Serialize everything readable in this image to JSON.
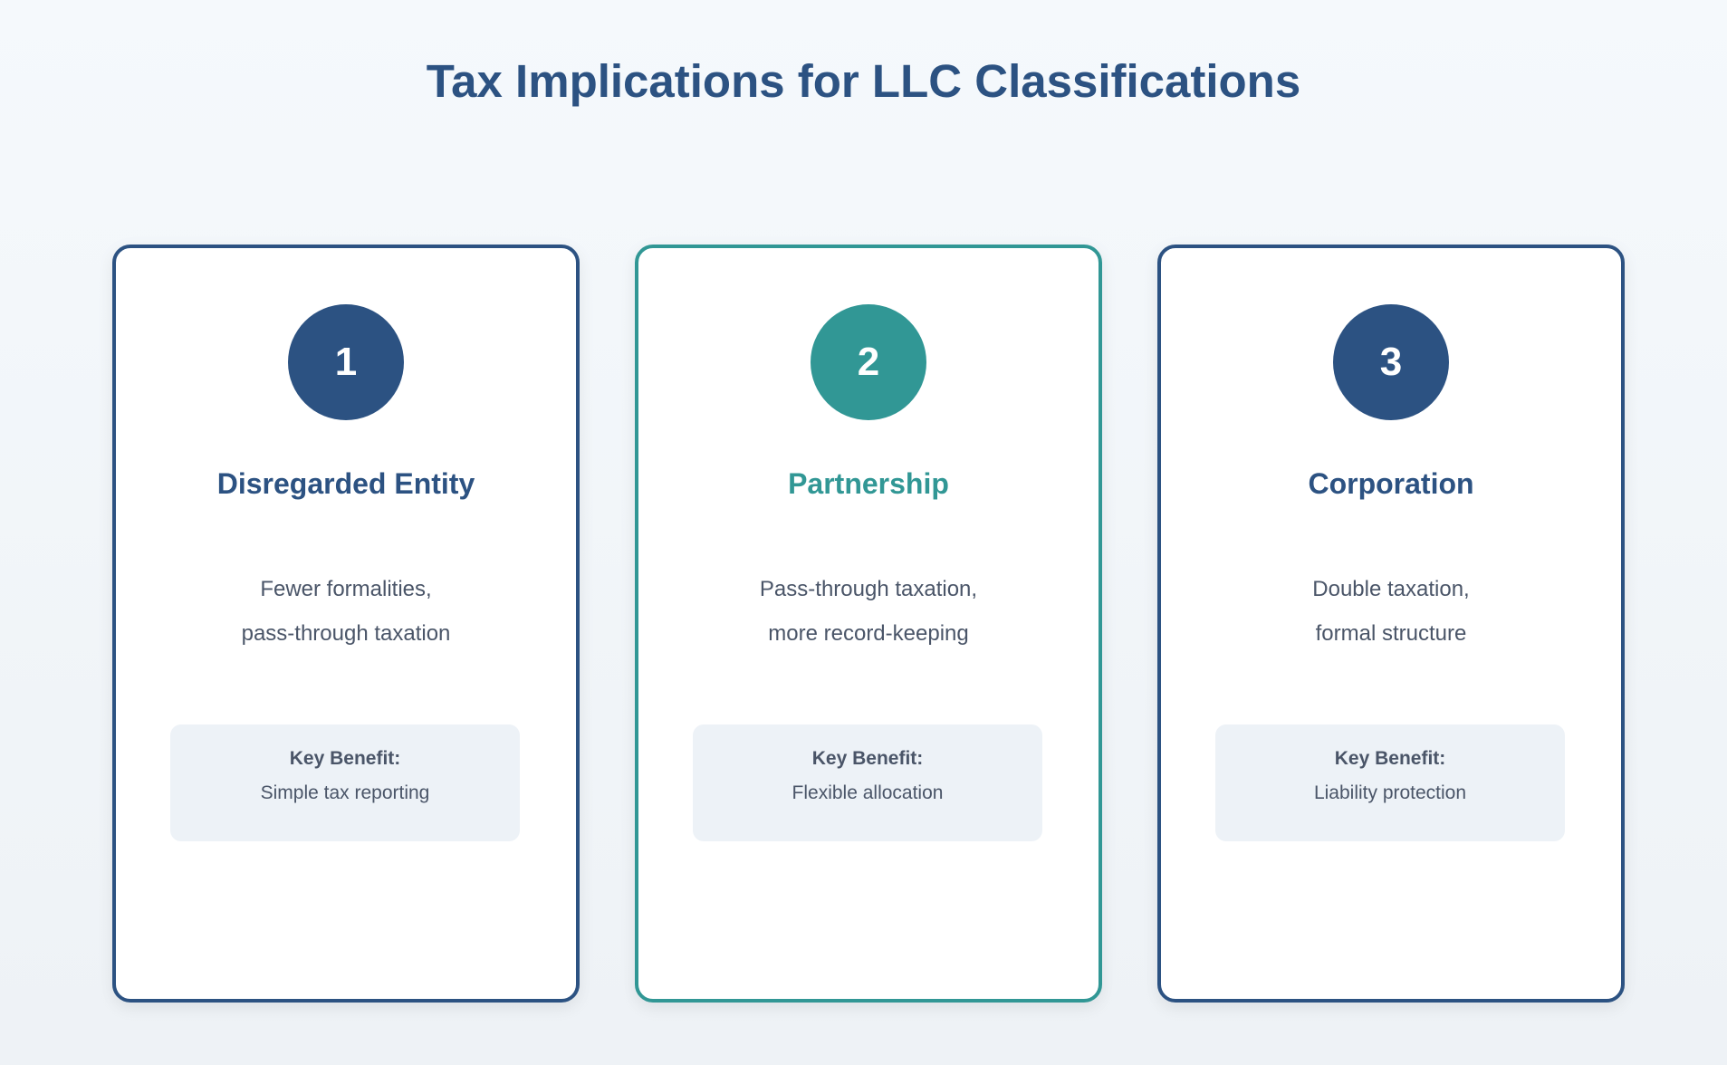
{
  "title": "Tax Implications for LLC Classifications",
  "colors": {
    "navy": "#2c5282",
    "teal": "#319795",
    "text": "#4a5568",
    "box": "#edf2f7"
  },
  "cards": [
    {
      "number": "1",
      "heading": "Disregarded Entity",
      "lines": [
        "Fewer formalities,",
        "pass-through taxation"
      ],
      "benefit_label": "Key Benefit:",
      "benefit": "Simple tax reporting"
    },
    {
      "number": "2",
      "heading": "Partnership",
      "lines": [
        "Pass-through taxation,",
        "more record-keeping"
      ],
      "benefit_label": "Key Benefit:",
      "benefit": "Flexible allocation"
    },
    {
      "number": "3",
      "heading": "Corporation",
      "lines": [
        "Double taxation,",
        "formal structure"
      ],
      "benefit_label": "Key Benefit:",
      "benefit": "Liability protection"
    }
  ]
}
